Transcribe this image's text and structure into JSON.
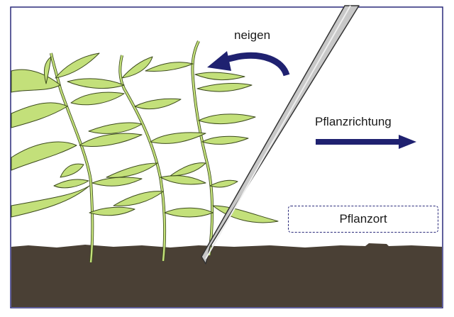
{
  "labels": {
    "tilt": "neigen",
    "planting_direction": "Pflanzrichtung",
    "planting_spot": "Pflanzort"
  },
  "colors": {
    "frame": "#2a2a7a",
    "soil": "#4a4035",
    "leaf_fill": "#c3e07a",
    "leaf_stroke": "#3c4a1c",
    "arrow": "#1f2170",
    "tool_fill": "#c8c8c8",
    "tool_stroke": "#333333"
  },
  "icons": {
    "tilt_arrow": "curved-arrow-left-icon",
    "direction_arrow": "arrow-right-icon",
    "tool": "planting-tweezers-icon"
  }
}
